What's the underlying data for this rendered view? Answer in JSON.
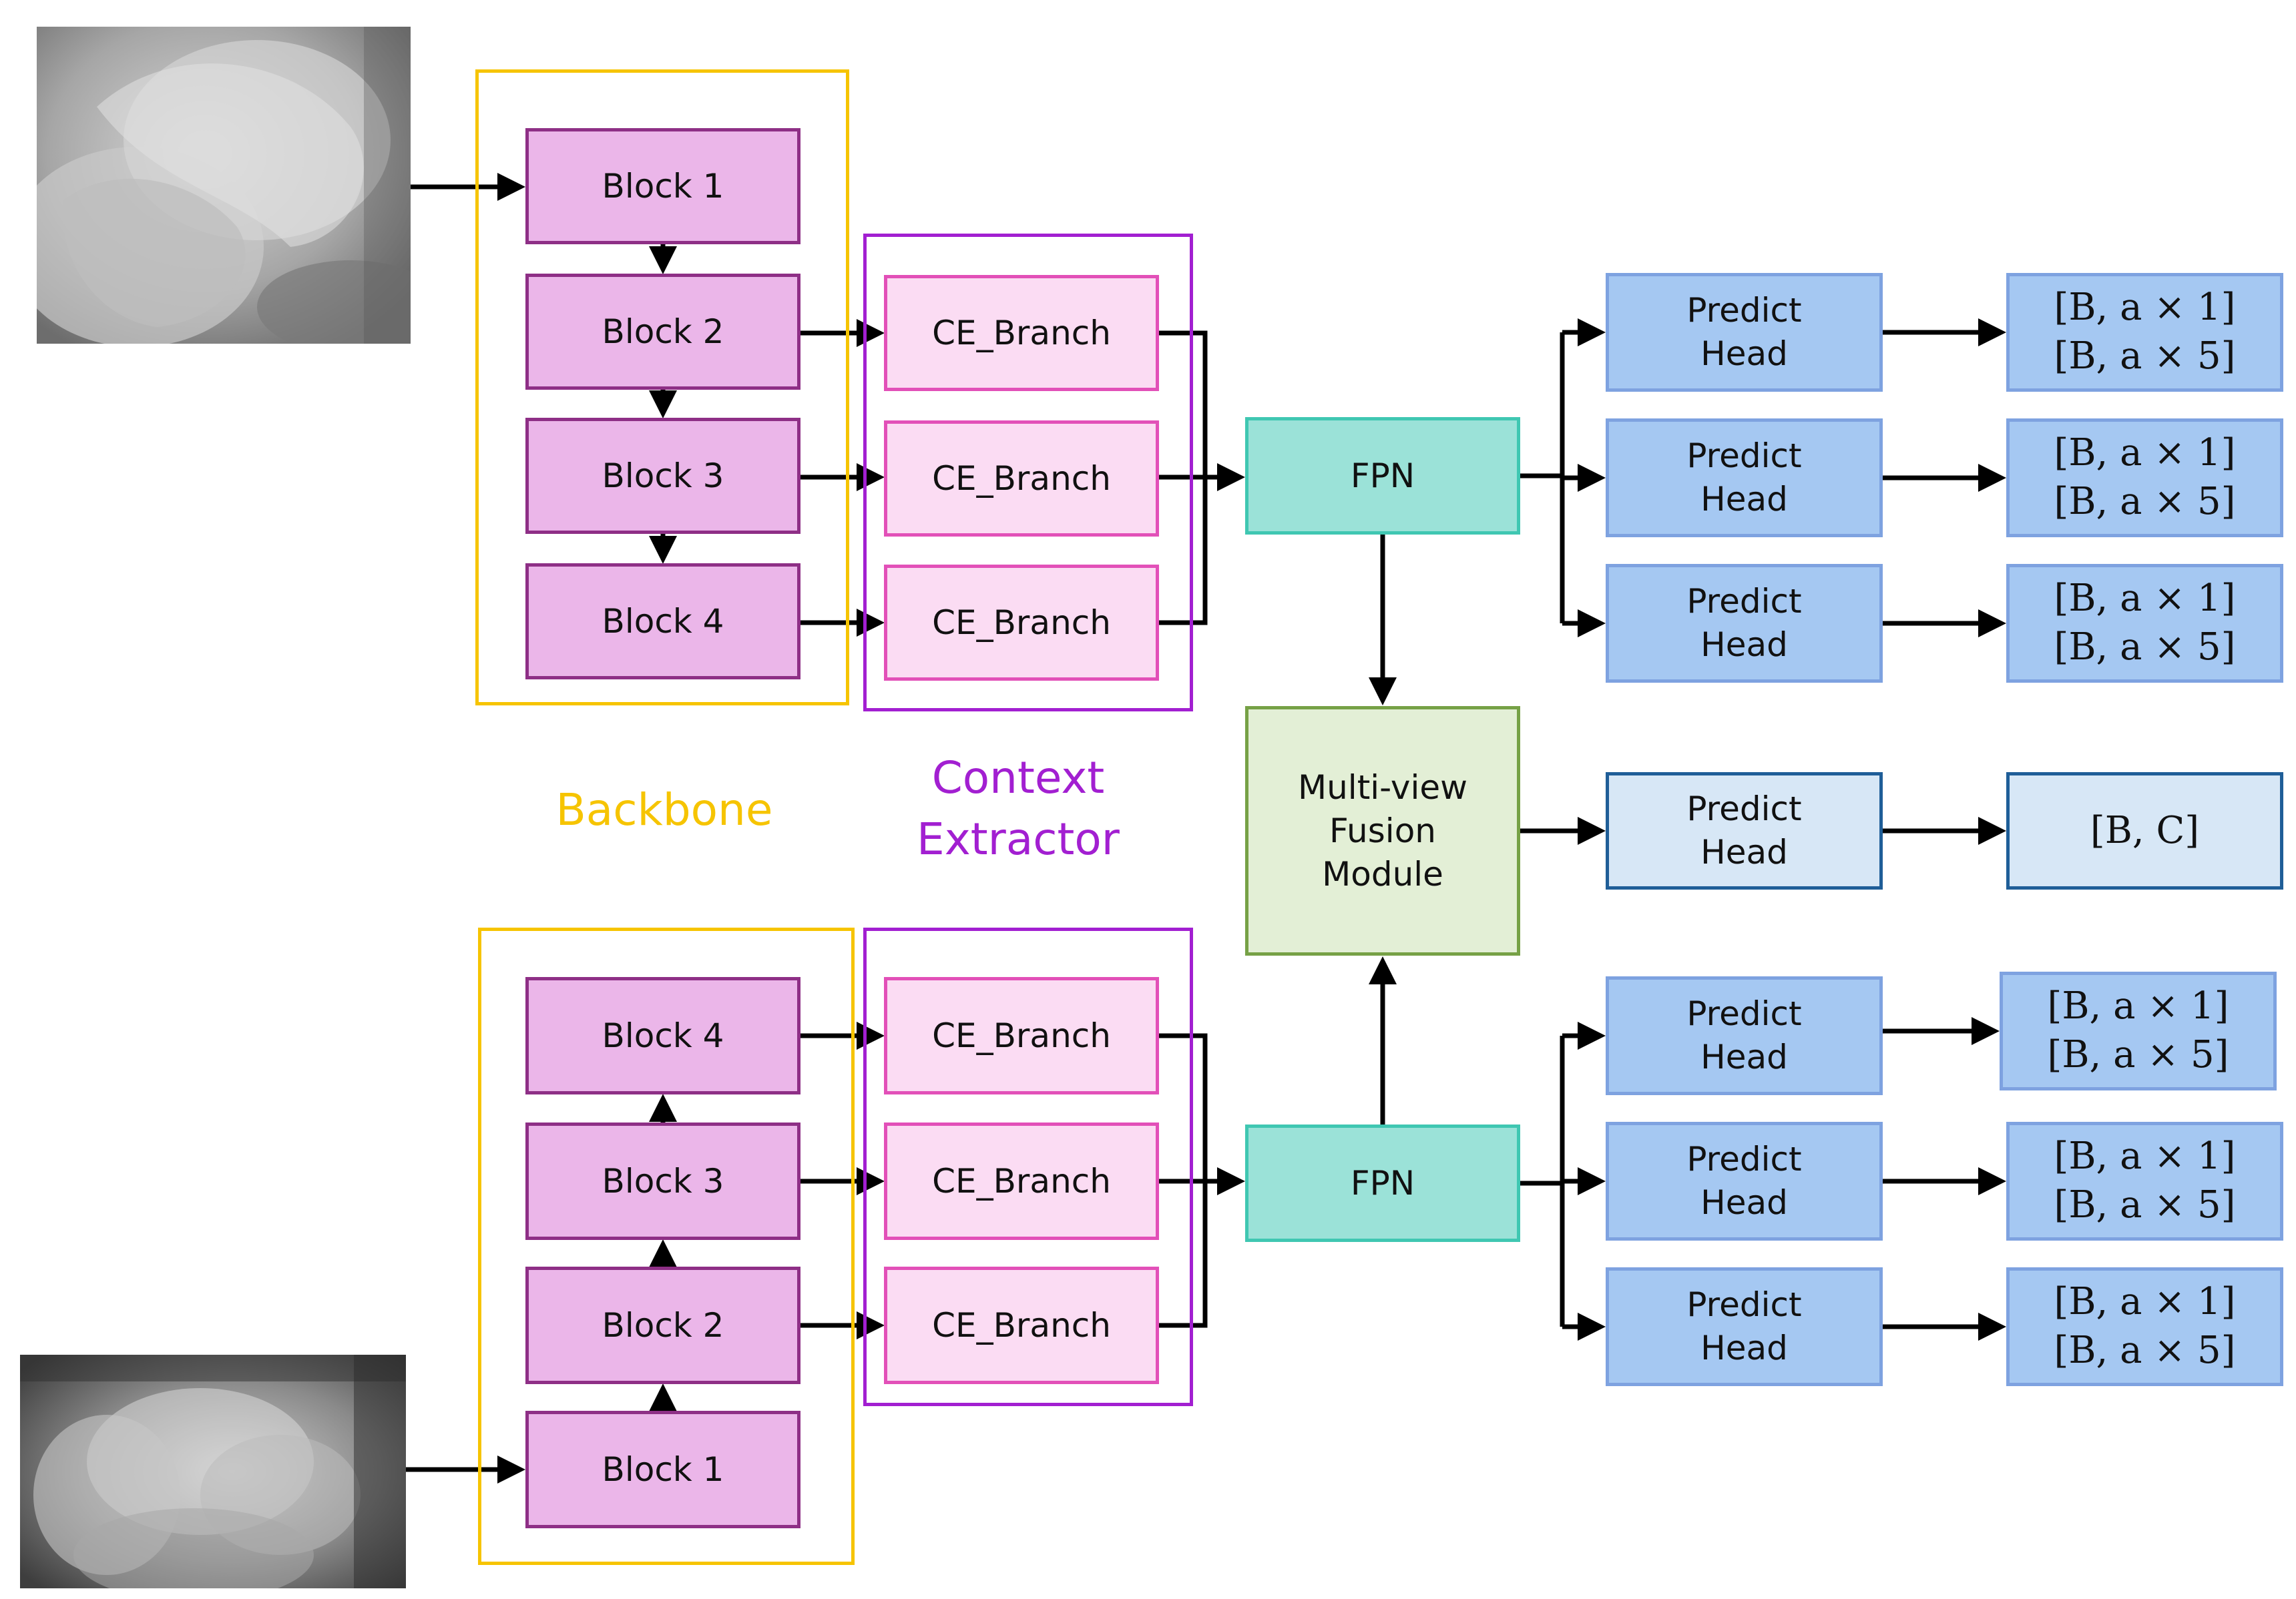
{
  "backbone": {
    "label": "Backbone",
    "top_blocks": [
      "Block 1",
      "Block 2",
      "Block 3",
      "Block 4"
    ],
    "bottom_blocks": [
      "Block 4",
      "Block 3",
      "Block 2",
      "Block 1"
    ]
  },
  "context_extractor": {
    "label_line1": "Context",
    "label_line2": "Extractor",
    "branch_label": "CE_Branch"
  },
  "fpn_label": "FPN",
  "fusion": {
    "line1": "Multi-view",
    "line2": "Fusion",
    "line3": "Module"
  },
  "predict_head": {
    "line1": "Predict",
    "line2": "Head"
  },
  "outputs": {
    "detection_line1": "[B, a × 1]",
    "detection_line2": "[B, a × 5]",
    "classification": "[B, C]"
  },
  "images": {
    "top": "wrist-xray-view-1",
    "bottom": "wrist-xray-view-2"
  },
  "colors": {
    "block_fill": "#ebb6e9",
    "ce_fill": "#fbdcf3",
    "fpn_fill": "#9be2d8",
    "fusion_fill": "#e3efd6",
    "head_fill": "#a5c8f2",
    "cls_fill": "#d7e7f6",
    "backbone_accent": "#f6c400",
    "context_accent": "#a21fd1"
  }
}
